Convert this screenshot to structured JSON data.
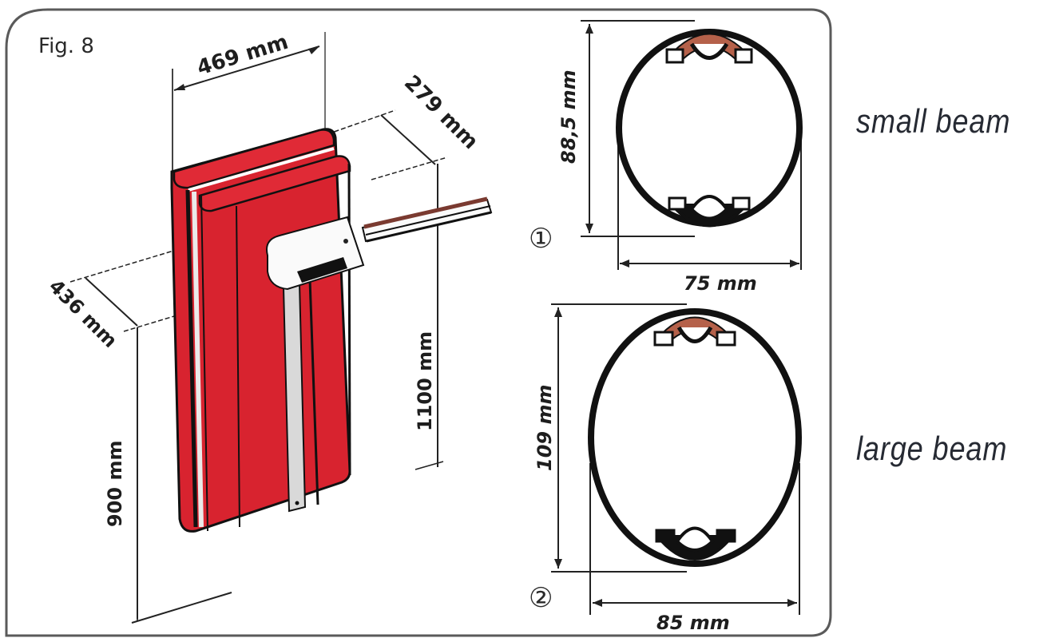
{
  "figure": {
    "label": "Fig. 8",
    "colors": {
      "housing_red": "#d8232f",
      "outline": "#111111",
      "frame": "#555555",
      "light_strip": "#d9d9d9",
      "seal_brown": "#b5614a",
      "label_text": "#262a33"
    }
  },
  "housing": {
    "dimensions": {
      "width": "469 mm",
      "depth": "279 mm",
      "arm_axis_offset": "436 mm",
      "total_height": "1100 mm",
      "arm_height": "900 mm"
    }
  },
  "beams": [
    {
      "marker": "①",
      "name": "small beam",
      "height": "88,5 mm",
      "width": "75 mm"
    },
    {
      "marker": "②",
      "name": "large beam",
      "height": "109 mm",
      "width": "85 mm"
    }
  ]
}
